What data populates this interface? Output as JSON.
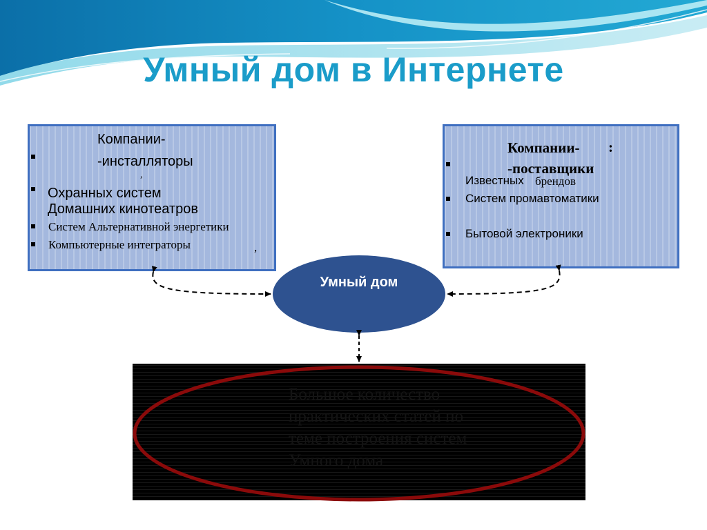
{
  "title": "Умный дом в Интернете",
  "left_box": {
    "header_line1": "Компании-",
    "header_line2": "-инсталляторы",
    "comma_mark": ",",
    "items": [
      "Охранных систем",
      "Домашних кинотеатров",
      "Систем Альтернативной энергетики",
      "Компьютерные интеграторы"
    ],
    "trailing_comma": ","
  },
  "right_box": {
    "header_line1": "Компании-",
    "colon_mark": ":",
    "header_line2": "-поставщики",
    "item_prefix": "Известных",
    "item_suffix": "брендов",
    "items": [
      "Систем промавтоматики",
      "Бытовой электроники"
    ]
  },
  "center_node": {
    "label": "Умный дом"
  },
  "bottom_panel": {
    "lines": [
      "Большое количество",
      "практических статей по",
      "теме построения систем",
      "Умного дома"
    ]
  },
  "colors": {
    "title": "#1a9cc9",
    "box_fill": "#a4b8de",
    "box_border": "#3f6fc0",
    "center_fill": "#2e5290",
    "panel_fill": "#000000",
    "highlight_ellipse": "#8b0a0a"
  }
}
